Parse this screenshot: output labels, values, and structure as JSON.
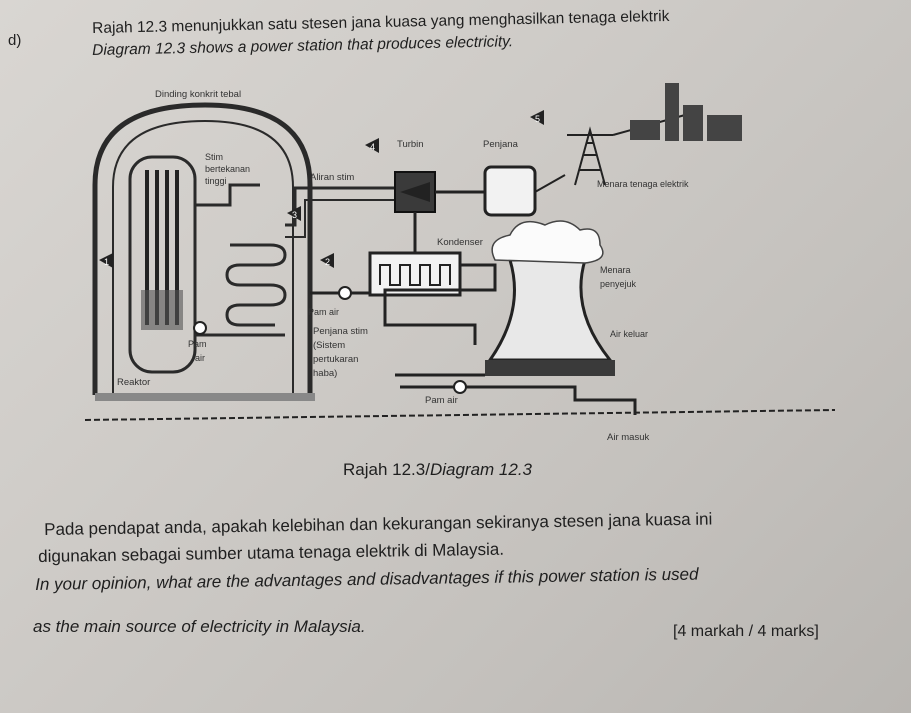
{
  "question": {
    "letter": "d)",
    "intro_ms": "Rajah 12.3 menunjukkan satu stesen jana kuasa yang menghasilkan tenaga elektrik",
    "intro_en": "Diagram 12.3 shows a power station that produces electricity."
  },
  "diagram": {
    "labels": {
      "wall": "Dinding konkrit tebal",
      "steam_line1": "Stim",
      "steam_line2": "bertekanan",
      "steam_line3": "tinggi",
      "steam_flow": "Aliran stim",
      "turbine": "Turbin",
      "generator": "Penjana",
      "pylon": "Menara tenaga elektrik",
      "condenser": "Kondenser",
      "cooling_tower_line1": "Menara",
      "cooling_tower_line2": "penyejuk",
      "water_pump_left": "Pam air",
      "pump_line1": "Pam",
      "pump_line2": "air",
      "exchanger_line1": "Penjana stim",
      "exchanger_line2": "(Sistem",
      "exchanger_line3": "pertukaran",
      "exchanger_line4": "haba)",
      "water_out": "Air keluar",
      "water_pump_bottom": "Pam air",
      "reactor": "Reaktor",
      "water_in": "Air masuk"
    },
    "numbers": [
      "1",
      "2",
      "3",
      "4",
      "5"
    ]
  },
  "caption": {
    "ms": "Rajah 12.3/",
    "en": "Diagram 12.3"
  },
  "prompt": {
    "line1": "Pada pendapat anda, apakah kelebihan dan kekurangan sekiranya stesen jana kuasa ini",
    "line2": "digunakan sebagai sumber utama tenaga elektrik di Malaysia.",
    "line3": "In your opinion, what are the advantages and disadvantages if this power station is used",
    "line4": "as the main source of electricity in Malaysia."
  },
  "marks": "[4 markah / 4 marks]"
}
